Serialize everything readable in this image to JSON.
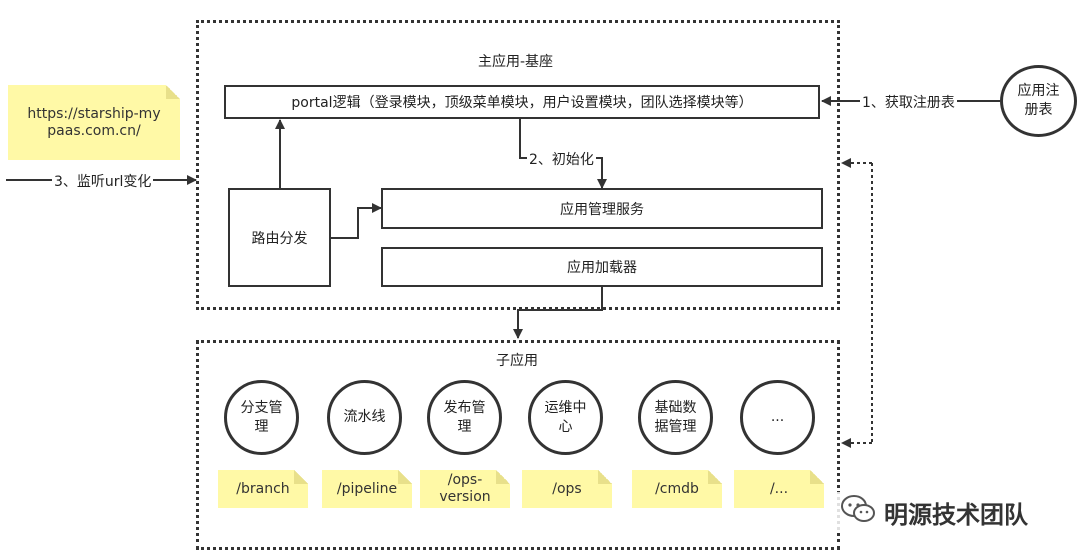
{
  "main_container": {
    "title": "主应用-基座"
  },
  "portal": {
    "label": "portal逻辑（登录模块，顶级菜单模块，用户设置模块，团队选择模块等）"
  },
  "router": {
    "label": "路由分发"
  },
  "app_manager": {
    "label": "应用管理服务"
  },
  "app_loader": {
    "label": "应用加载器"
  },
  "registry": {
    "label": "应用注册表"
  },
  "url_note": {
    "label": "https://starship-mypaas.com.cn/"
  },
  "edges": {
    "get_registry": "1、获取注册表",
    "init": "2、初始化",
    "listen_url": "3、监听url变化"
  },
  "sub_container": {
    "title": "子应用"
  },
  "sub_apps": [
    {
      "name": "分支管理",
      "route": "/branch"
    },
    {
      "name": "流水线",
      "route": "/pipeline"
    },
    {
      "name": "发布管理",
      "route": "/ops-version"
    },
    {
      "name": "运维中心",
      "route": "/ops"
    },
    {
      "name": "基础数据管理",
      "route": "/cmdb"
    },
    {
      "name": "...",
      "route": "/..."
    }
  ],
  "watermark": {
    "text": "明源技术团队",
    "icon": "wechat-icon"
  }
}
